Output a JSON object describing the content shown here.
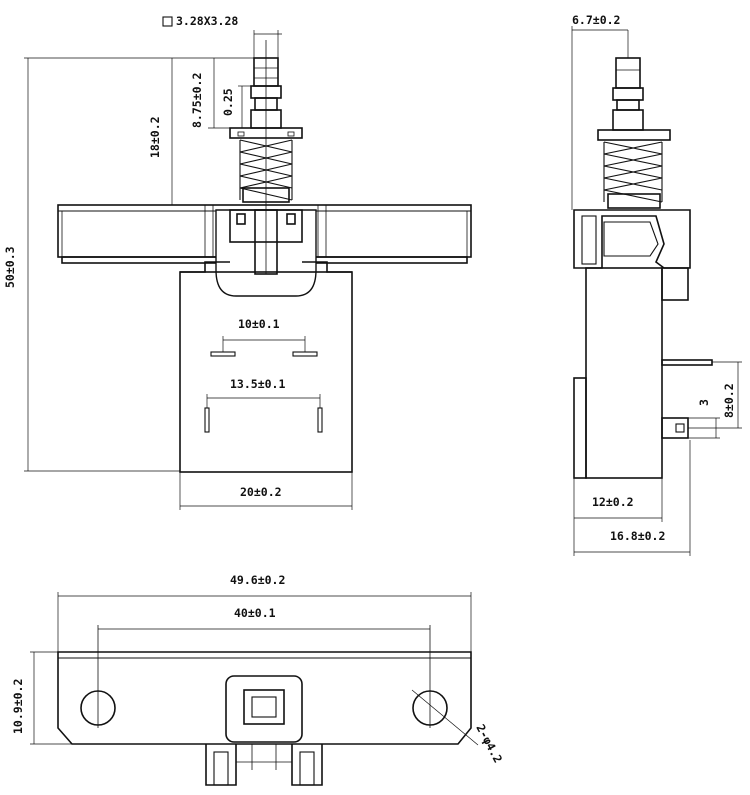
{
  "dimensions": {
    "button_cap": "3.28X3.28",
    "width_top_side": "6.7±0.2",
    "stroke": "8.75±0.2",
    "travel": "0.25",
    "height_18": "18±0.2",
    "total_height": "50±0.3",
    "pin_spacing_10": "10±0.1",
    "pin_spacing_13_5": "13.5±0.1",
    "body_width_20": "20±0.2",
    "side_pin_8": "8±0.2",
    "side_pin_3": "3",
    "side_12": "12±0.2",
    "side_16_8": "16.8±0.2",
    "bottom_width_49_6": "49.6±0.2",
    "hole_spacing_40": "40±0.1",
    "bottom_height_10_9": "10.9±0.2",
    "hole_diameter": "2-φ4.2"
  }
}
